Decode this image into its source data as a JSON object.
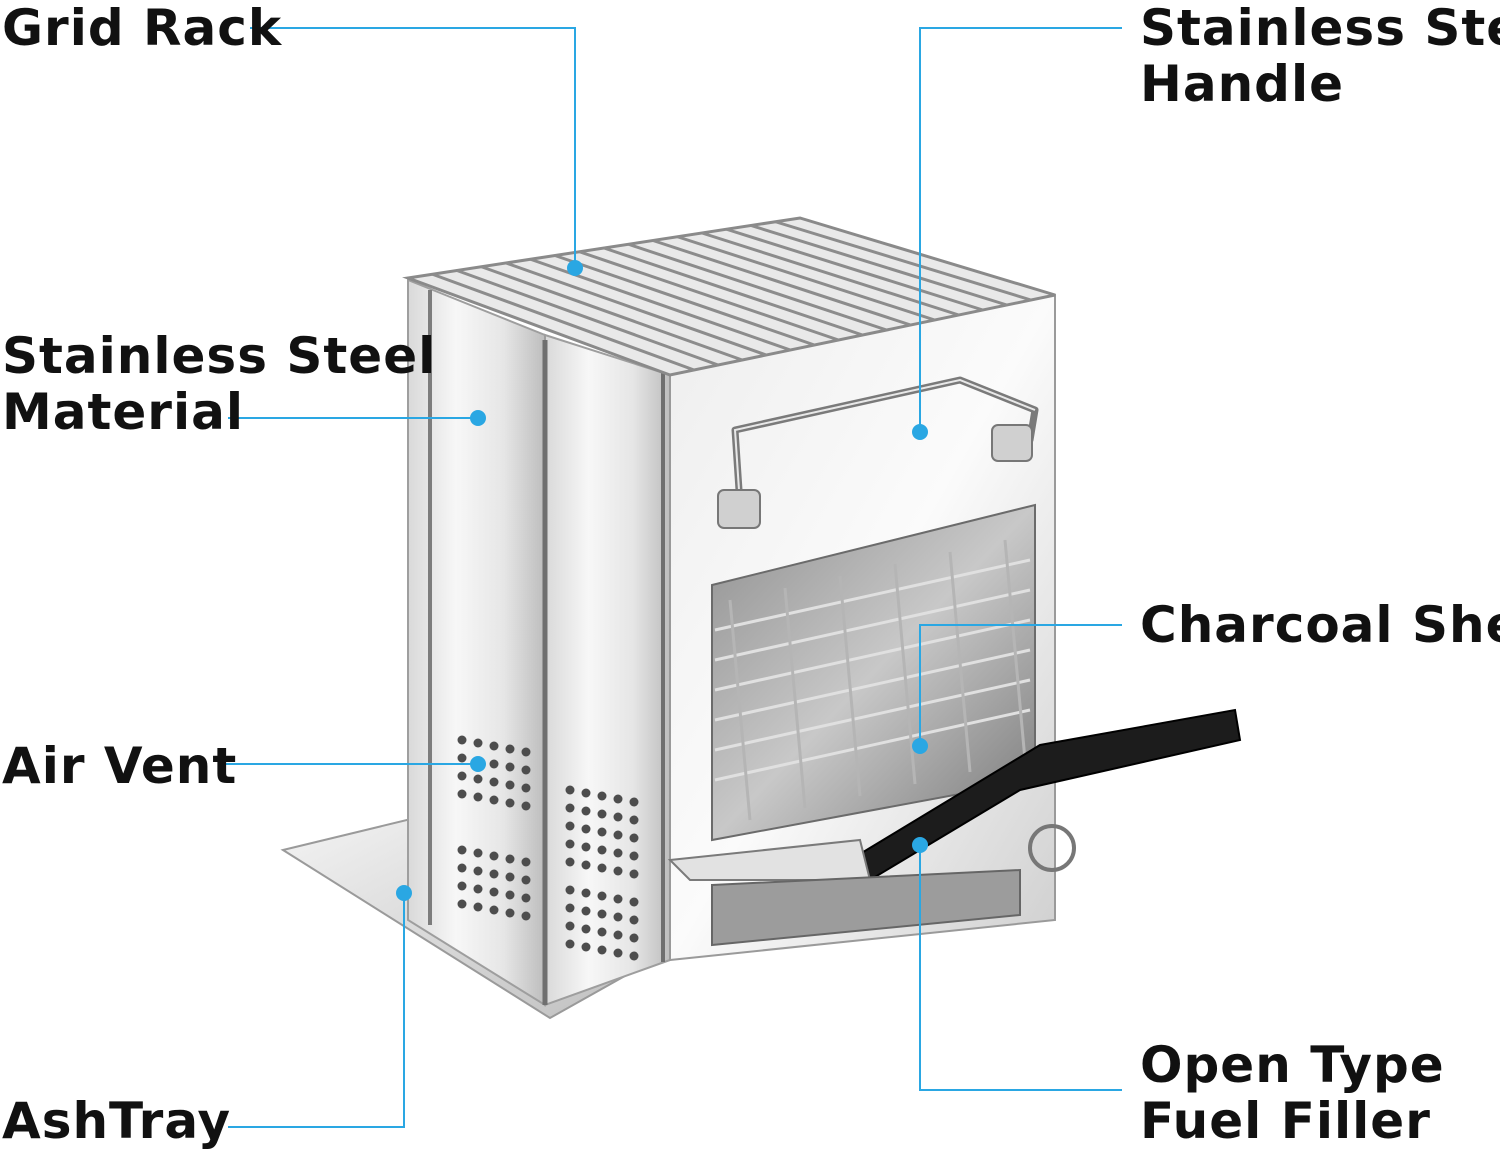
{
  "colors": {
    "leader": "#2aa7e3",
    "text": "#111111",
    "steel_light": "#f3f3f3",
    "steel_mid": "#c9c9c9",
    "steel_dark": "#5a5a5a"
  },
  "labels": {
    "grid_rack": [
      "Grid Rack"
    ],
    "stainless_material": [
      "Stainless Steel",
      "Material"
    ],
    "air_vent": [
      "Air Vent"
    ],
    "ashtray": [
      "AshTray"
    ],
    "stainless_handle": [
      "Stainless Steel",
      "Handle"
    ],
    "charcoal_shelf": [
      "Charcoal Shelf"
    ],
    "fuel_filler": [
      "Open Type",
      "Fuel Filler"
    ]
  }
}
